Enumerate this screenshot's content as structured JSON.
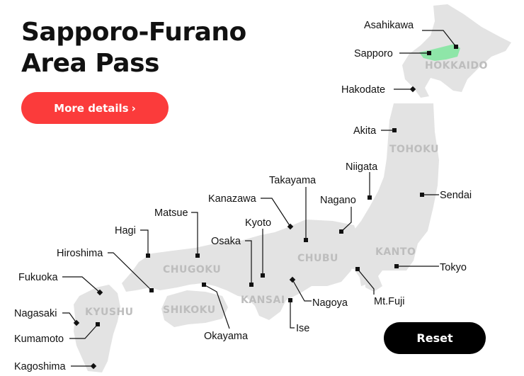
{
  "header": {
    "title_line1": "Sapporo-Furano",
    "title_line2": "Area Pass"
  },
  "buttons": {
    "more_details": "More details",
    "more_details_icon": "chevron-right-icon",
    "reset": "Reset"
  },
  "colors": {
    "land": "#e3e3e3",
    "region_label": "#bdbdbd",
    "pass_area": "#8ee6a8",
    "details_button": "#fb3b3b",
    "reset_button": "#000000"
  },
  "regions": {
    "hokkaido": "HOKKAIDO",
    "tohoku": "TOHOKU",
    "kanto": "KANTO",
    "chubu": "CHUBU",
    "kansai": "KANSAI",
    "chugoku": "CHUGOKU",
    "shikoku": "SHIKOKU",
    "kyushu": "KYUSHU"
  },
  "cities": {
    "asahikawa": "Asahikawa",
    "sapporo": "Sapporo",
    "hakodate": "Hakodate",
    "akita": "Akita",
    "niigata": "Niigata",
    "sendai": "Sendai",
    "takayama": "Takayama",
    "nagano": "Nagano",
    "kanazawa": "Kanazawa",
    "kyoto": "Kyoto",
    "osaka": "Osaka",
    "matsue": "Matsue",
    "hagi": "Hagi",
    "hiroshima": "Hiroshima",
    "okayama": "Okayama",
    "fukuoka": "Fukuoka",
    "nagasaki": "Nagasaki",
    "kumamoto": "Kumamoto",
    "kagoshima": "Kagoshima",
    "tokyo": "Tokyo",
    "mt_fuji": "Mt.Fuji",
    "nagoya": "Nagoya",
    "ise": "Ise"
  }
}
